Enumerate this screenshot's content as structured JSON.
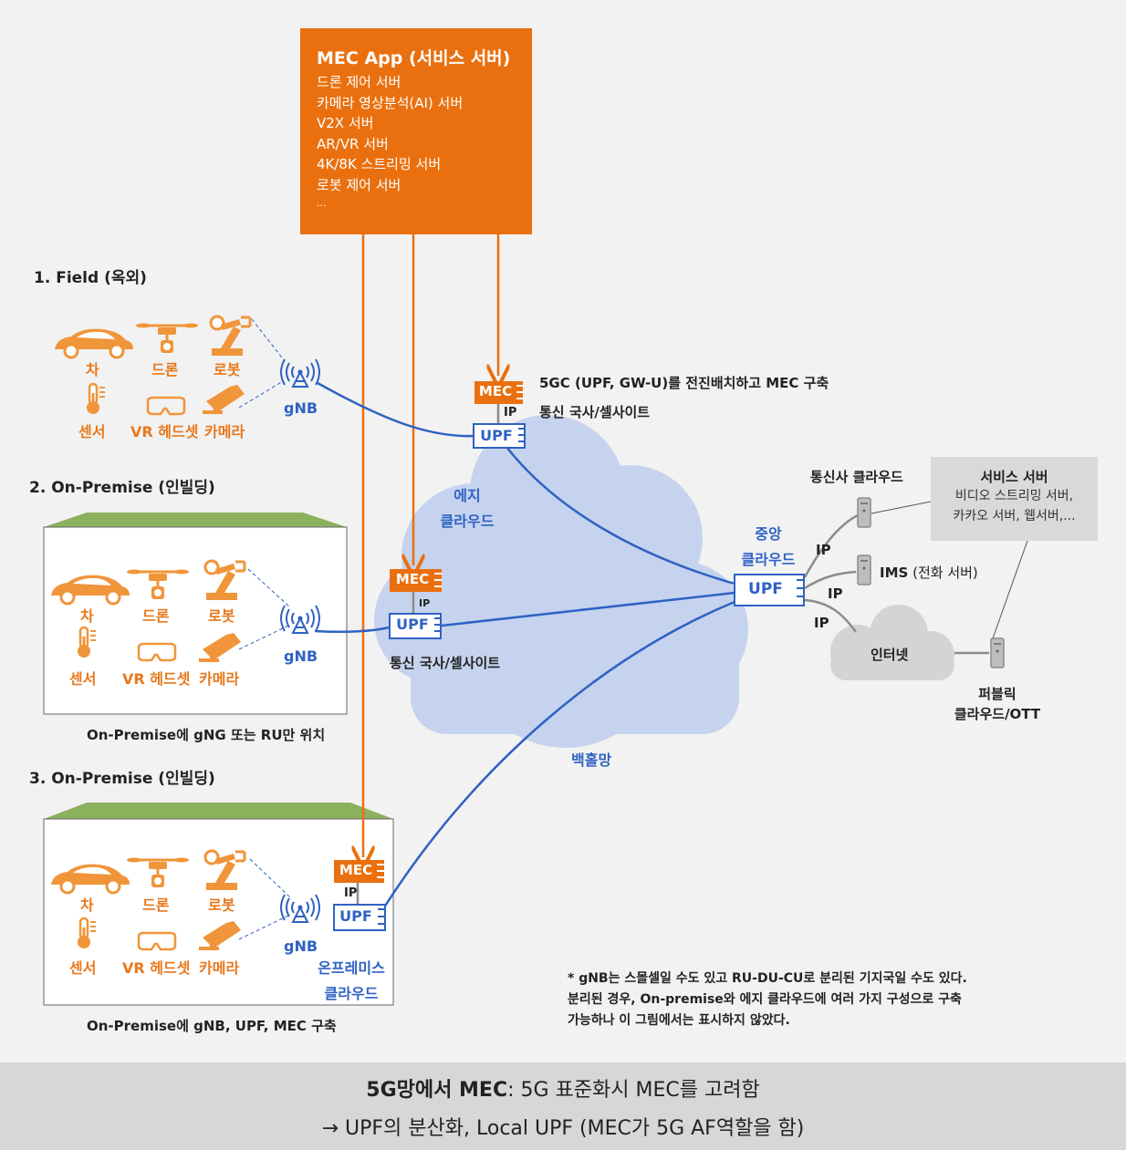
{
  "mec_app": {
    "title": "MEC App (서비스 서버)",
    "items": [
      "드론 제어 서버",
      "카메라 영상분석(AI) 서버",
      "V2X 서버",
      "AR/VR 서버",
      "4K/8K 스트리밍 서버",
      "로봇 제어 서버",
      "..."
    ]
  },
  "sections": {
    "field": "1. Field (옥외)",
    "onprem1": "2. On-Premise (인빌딩)",
    "onprem2": "3. On-Premise (인빌딩)"
  },
  "device_labels": {
    "car": "차",
    "drone": "드론",
    "robot": "로봇",
    "sensor": "센서",
    "vr": "VR 헤드셋",
    "camera": "카메라"
  },
  "gnb": "gNB",
  "mec": "MEC",
  "upf": "UPF",
  "ip": "IP",
  "field_note_1": "5GC (UPF, GW-U)를 전진배치하고 MEC 구축",
  "field_note_2": "통신 국사/셀사이트",
  "edge_cloud": [
    "에지",
    "클라우드"
  ],
  "central_cloud": [
    "중앙",
    "클라우드"
  ],
  "edge_site": "통신 국사/셀사이트",
  "backhaul": "백홀망",
  "telco_cloud": "통신사 클라우드",
  "service_server": {
    "title": "서비스 서버",
    "lines": [
      "비디오 스트리밍 서버,",
      "카카오 서버, 웹서버,..."
    ]
  },
  "ims": "IMS",
  "ims_sub": "(전화 서버)",
  "internet": "인터넷",
  "public_cloud": [
    "퍼블릭",
    "클라우드/OTT"
  ],
  "onprem1_caption": "On-Premise에 gNG 또는 RU만 위치",
  "onprem2_caption": "On-Premise에 gNB, UPF, MEC 구축",
  "onprem_cloud": [
    "온프레미스",
    "클라우드"
  ],
  "footnote": [
    "* gNB는 스몰셀일 수도 있고 RU-DU-CU로 분리된 기지국일 수도 있다.",
    "분리된 경우, On-premise와 에지 클라우드에 여러 가지 구성으로 구축",
    "가능하나 이 그림에서는 표시하지 않았다."
  ],
  "footer": {
    "bold": "5G망에서 MEC",
    "rest": ": 5G 표준화시 MEC를 고려함",
    "line2": "→  UPF의 분산화, Local UPF (MEC가 5G AF역할을 함)"
  },
  "colors": {
    "orange": "#ea700f",
    "device_orange": "#f0953a",
    "blue": "#2f62c3",
    "cloud_blue": "#c5d3ee",
    "building_green": "#8cb15d",
    "grey": "#8c8c8c"
  }
}
